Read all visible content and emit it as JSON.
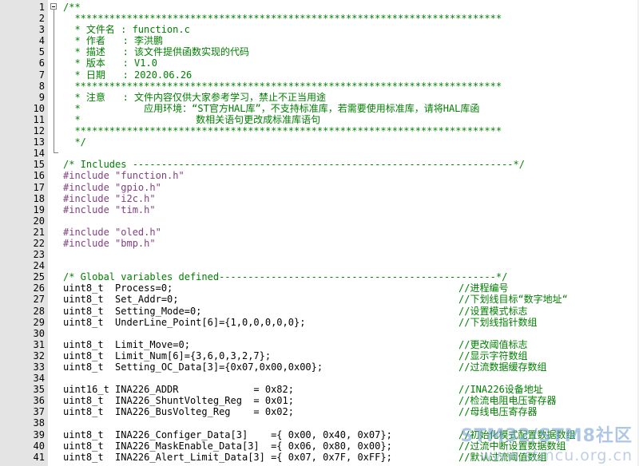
{
  "editor": {
    "lines": [
      {
        "n": "1",
        "t": "/**",
        "k": "c"
      },
      {
        "n": "2",
        "t": "  **************************************************************************",
        "k": "c"
      },
      {
        "n": "3",
        "t": "  * 文件名 : function.c",
        "k": "c"
      },
      {
        "n": "4",
        "t": "  * 作者   : 李洪鹏",
        "k": "c"
      },
      {
        "n": "5",
        "t": "  * 描述   : 该文件提供函数实现的代码",
        "k": "c"
      },
      {
        "n": "6",
        "t": "  * 版本   : V1.0",
        "k": "c"
      },
      {
        "n": "7",
        "t": "  * 日期   : 2020.06.26",
        "k": "c"
      },
      {
        "n": "8",
        "t": "  **************************************************************************",
        "k": "c"
      },
      {
        "n": "9",
        "t": "  * 注意   : 文件内容仅供大家参考学习，禁止不正当用途",
        "k": "c"
      },
      {
        "n": "10",
        "t": "  *           应用环境：“ST官方HAL库”，不支持标准库，若需要使用标准库，请将HAL库函",
        "k": "c"
      },
      {
        "n": "11",
        "t": "  *                    数相关语句更改成标准库语句",
        "k": "c"
      },
      {
        "n": "12",
        "t": "  **************************************************************************",
        "k": "c"
      },
      {
        "n": "13",
        "t": "  */",
        "k": "c"
      },
      {
        "n": "14",
        "t": "",
        "k": ""
      },
      {
        "n": "15",
        "t": "/* Includes ------------------------------------------------------------------*/",
        "k": "c"
      },
      {
        "n": "16",
        "t": "#include \"function.h\"",
        "k": "d"
      },
      {
        "n": "17",
        "t": "#include \"gpio.h\"",
        "k": "d"
      },
      {
        "n": "18",
        "t": "#include \"i2c.h\"",
        "k": "d"
      },
      {
        "n": "19",
        "t": "#include \"tim.h\"",
        "k": "d"
      },
      {
        "n": "20",
        "t": "",
        "k": ""
      },
      {
        "n": "21",
        "t": "#include \"oled.h\"",
        "k": "d"
      },
      {
        "n": "22",
        "t": "#include \"bmp.h\"",
        "k": "d"
      },
      {
        "n": "23",
        "t": "",
        "k": ""
      },
      {
        "n": "24",
        "t": "",
        "k": ""
      },
      {
        "n": "25",
        "t": "/* Global variables defined------------------------------------------------*/",
        "k": "c"
      },
      {
        "n": "26",
        "t": "uint8_t  Process=0;",
        "k": "",
        "cm": "//进程编号"
      },
      {
        "n": "27",
        "t": "uint8_t  Set_Addr=0;",
        "k": "",
        "cm": "//下划线目标“数字地址“"
      },
      {
        "n": "28",
        "t": "uint8_t  Setting_Mode=0;",
        "k": "",
        "cm": "//设置模式标志"
      },
      {
        "n": "29",
        "t": "uint8_t  UnderLine_Point[6]={1,0,0,0,0,0};",
        "k": "",
        "cm": "//下划线指针数组"
      },
      {
        "n": "30",
        "t": "",
        "k": ""
      },
      {
        "n": "31",
        "t": "uint8_t  Limit_Move=0;",
        "k": "",
        "cm": "//更改阈值标志"
      },
      {
        "n": "32",
        "t": "uint8_t  Limit_Num[6]={3,6,0,3,2,7};",
        "k": "",
        "cm": "//显示字符数组"
      },
      {
        "n": "33",
        "t": "uint8_t  Setting_OC_Data[3]={0x07,0x00,0x00};",
        "k": "",
        "cm": "//过流数据缓存数组"
      },
      {
        "n": "34",
        "t": "",
        "k": ""
      },
      {
        "n": "35",
        "t": "uint16_t INA226_ADDR             = 0x82;",
        "k": "",
        "cm": "//INA226设备地址"
      },
      {
        "n": "36",
        "t": "uint8_t  INA226_ShuntVolteg_Reg  = 0x01;",
        "k": "",
        "cm": "//检流电阻电压寄存器"
      },
      {
        "n": "37",
        "t": "uint8_t  INA226_BusVolteg_Reg    = 0x02;",
        "k": "",
        "cm": "//母线电压寄存器"
      },
      {
        "n": "38",
        "t": "",
        "k": ""
      },
      {
        "n": "39",
        "t": "uint8_t  INA226_Configer_Data[3]    ={ 0x00, 0x40, 0x07};",
        "k": "",
        "cm": "//初始化模式配置数据数组"
      },
      {
        "n": "40",
        "t": "uint8_t  INA226_MaskEnable_Data[3]  ={ 0x06, 0x80, 0x00};",
        "k": "",
        "cm": "//过流中断设置数据数组"
      },
      {
        "n": "41",
        "t": "uint8_t  INA226_Alert_Limit_Data[3] ={ 0x07, 0x7F, 0xFF};",
        "k": "",
        "cm": "//默认过流阈值数组"
      }
    ]
  },
  "watermark": {
    "title": "STM32/STM8社区",
    "url": "www.stmcu.org.cn"
  },
  "colors": {
    "comment": "#008000",
    "directive": "#804080",
    "gutter": "#e4e4e4",
    "text": "#000000"
  }
}
